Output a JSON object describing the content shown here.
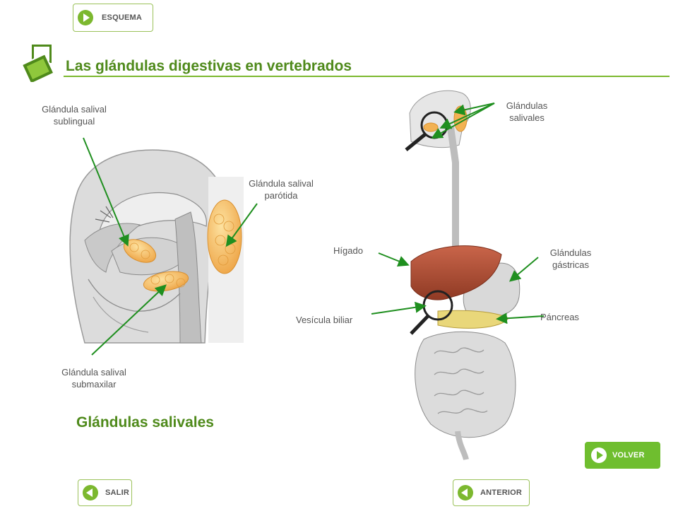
{
  "nav": {
    "esquema": "ESQUEMA",
    "salir": "SALIR",
    "anterior": "ANTERIOR",
    "volver": "VOLVER"
  },
  "page": {
    "title": "Las glándulas digestivas en vertebrados",
    "subtitle": "Glándulas salivales"
  },
  "left_labels": {
    "sublingual": [
      "Glándula salival",
      "sublingual"
    ],
    "parotida": [
      "Glándula salival",
      "parótida"
    ],
    "submaxilar": [
      "Glándula salival",
      "submaxilar"
    ]
  },
  "right_labels": {
    "salivales": [
      "Glándulas",
      "salivales"
    ],
    "higado": "Hígado",
    "gastricas": [
      "Glándulas",
      "gástricas"
    ],
    "vesicula": "Vesícula biliar",
    "pancreas": "Páncreas"
  },
  "colors": {
    "accent": "#7cb82f",
    "title": "#4f8a1b",
    "arrow": "#1f8f1f",
    "gland": "#f2b253",
    "liver": "#b0533a"
  }
}
